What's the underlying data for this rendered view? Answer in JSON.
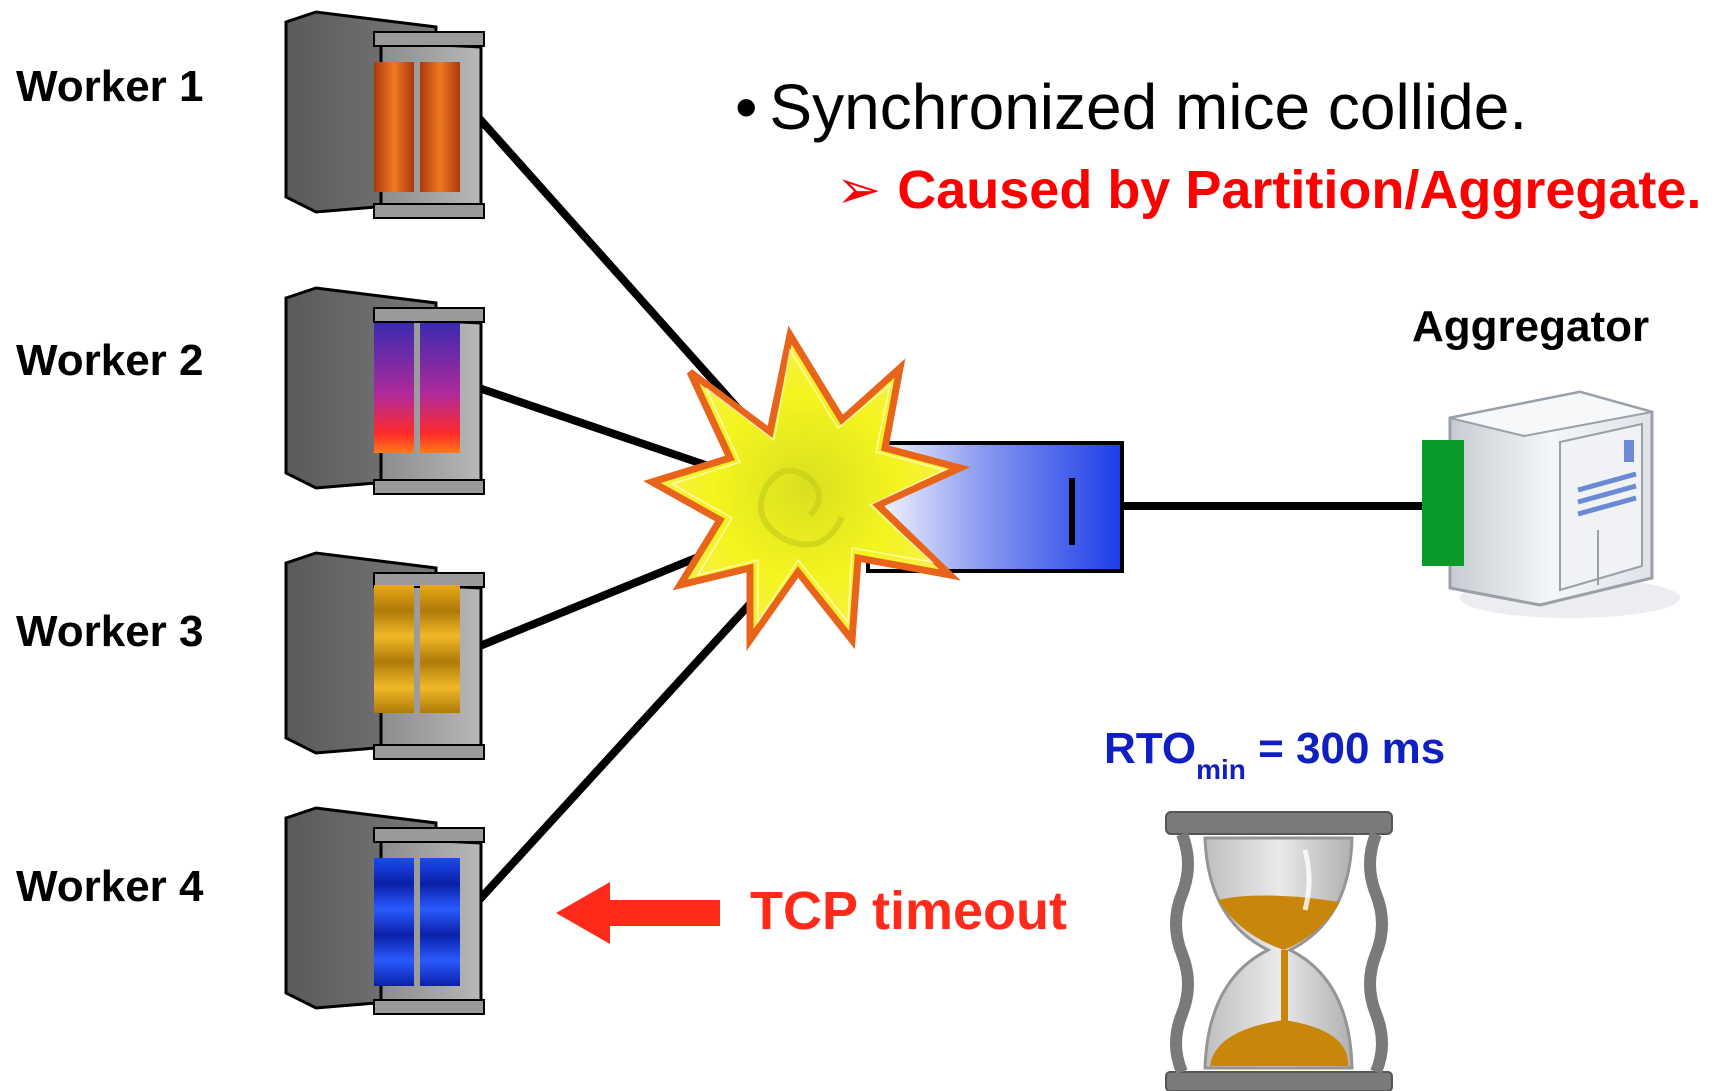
{
  "workers": [
    {
      "label": "Worker 1",
      "accent": "#e8641a"
    },
    {
      "label": "Worker 2",
      "accent": "#7a2fb0"
    },
    {
      "label": "Worker 3",
      "accent": "#e0a020"
    },
    {
      "label": "Worker 4",
      "accent": "#1a3de0"
    }
  ],
  "bullet": {
    "symbol": "•",
    "text": "Synchronized mice collide.",
    "color": "#000000"
  },
  "sub_bullet": {
    "symbol": "➢",
    "text": "Caused by Partition/Aggregate.",
    "color": "#ff0000"
  },
  "aggregator": {
    "label": "Aggregator",
    "port_color": "#0a9a2a"
  },
  "switch": {
    "color": "#1a3de0"
  },
  "collision": {
    "fill": "#f2f21e",
    "stroke": "#e8641a"
  },
  "rto": {
    "main": "RTO",
    "sub": "min",
    "value": " = 300 ms",
    "color": "#1020c0"
  },
  "timeout": {
    "text": "TCP timeout",
    "color": "#ff2a1a"
  },
  "hourglass": {
    "sand_color": "#c8860a",
    "frame_color": "#8a8a8a"
  }
}
